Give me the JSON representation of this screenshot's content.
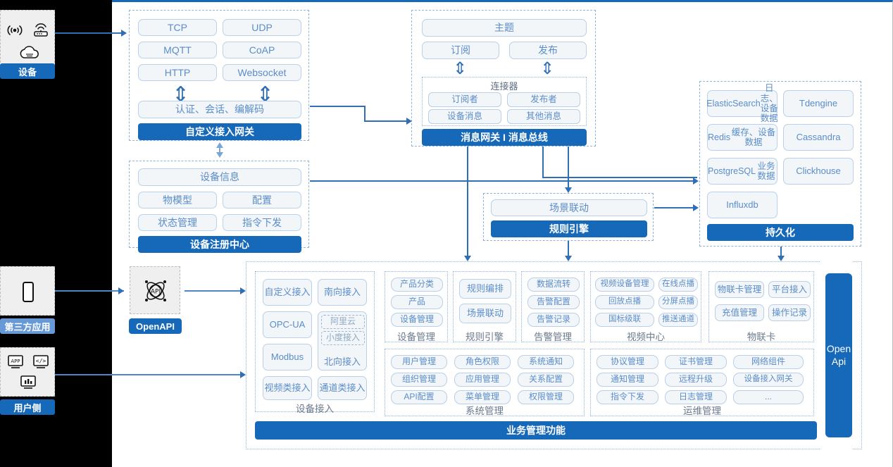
{
  "meta": {
    "accent": "#1668b8",
    "pill_text": "#5b8dc8",
    "dash_border": "#8fb3dd"
  },
  "left_rail": {
    "device": {
      "label": "设备",
      "icons": [
        "signal-icon",
        "router-icon",
        "cloud-icon"
      ]
    },
    "third_party": {
      "label": "第三方应用",
      "icons": [
        "mobile-icon"
      ]
    },
    "user_side": {
      "label": "用户侧",
      "icons": [
        "app-window-icon",
        "code-window-icon",
        "dashboard-window-icon"
      ]
    },
    "openapi": {
      "label": "OpenAPI",
      "icons": [
        "api-atom-icon"
      ]
    }
  },
  "gateway": {
    "protocols": [
      "TCP",
      "UDP",
      "MQTT",
      "CoAP",
      "HTTP",
      "Websocket"
    ],
    "middle": "认证、会话、编解码",
    "bar": "自定义接入网关"
  },
  "registry": {
    "top": "设备信息",
    "items": [
      "物模型",
      "配置",
      "状态管理",
      "指令下发"
    ],
    "bar": "设备注册中心"
  },
  "message_bus": {
    "topic": "主题",
    "pubsub": [
      "订阅",
      "发布"
    ],
    "connector": {
      "title": "连接器",
      "items": [
        "订阅者",
        "发布者",
        "设备消息",
        "其他消息"
      ]
    },
    "bar": "消息网关 I 消息总线"
  },
  "rule_engine": {
    "top": "场景联动",
    "bar": "规则引擎"
  },
  "persistence": {
    "items": [
      {
        "name": "ElasticSearch",
        "sub": "日志、设备数据"
      },
      {
        "name": "Tdengine",
        "sub": ""
      },
      {
        "name": "Redis",
        "sub": "缓存、设备数据"
      },
      {
        "name": "Cassandra",
        "sub": ""
      },
      {
        "name": "PostgreSQL",
        "sub": "业务数据"
      },
      {
        "name": "Clickhouse",
        "sub": ""
      },
      {
        "name": "Influxdb",
        "sub": ""
      }
    ],
    "bar": "持久化"
  },
  "business": {
    "bar": "业务管理功能",
    "open_api": "Open\nApi",
    "device_access": {
      "caption": "设备接入",
      "items": [
        "自定义接入",
        "南向接入",
        "OPC-UA",
        "Modbus",
        "视频类接入",
        "通道类接入"
      ],
      "northbound": {
        "label": "北向接入",
        "nested": [
          "阿里云",
          "小度接入"
        ]
      }
    },
    "device_manage": {
      "caption": "设备管理",
      "items": [
        "产品分类",
        "产品",
        "设备管理"
      ]
    },
    "rule_engine": {
      "caption": "规则引擎",
      "items": [
        "规则编排",
        "场景联动"
      ]
    },
    "alarm_manage": {
      "caption": "告警管理",
      "items": [
        "数据流转",
        "告警配置",
        "告警记录"
      ]
    },
    "video_center": {
      "caption": "视频中心",
      "items": [
        "视频设备管理",
        "在线点播",
        "回放点播",
        "分屏点播",
        "国标级联",
        "推送通道"
      ]
    },
    "iot_card": {
      "caption": "物联卡",
      "items": [
        "物联卡管理",
        "平台接入",
        "充值管理",
        "操作记录"
      ]
    },
    "system_manage": {
      "caption": "系统管理",
      "items": [
        "用户管理",
        "角色权限",
        "系统通知",
        "组织管理",
        "应用管理",
        "关系配置",
        "API配置",
        "菜单管理",
        "权限管理"
      ]
    },
    "ops_manage": {
      "caption": "运维管理",
      "items": [
        "协议管理",
        "证书管理",
        "网络组件",
        "通知管理",
        "远程升级",
        "设备接入网关",
        "指令下发",
        "日志管理",
        "..."
      ]
    }
  }
}
